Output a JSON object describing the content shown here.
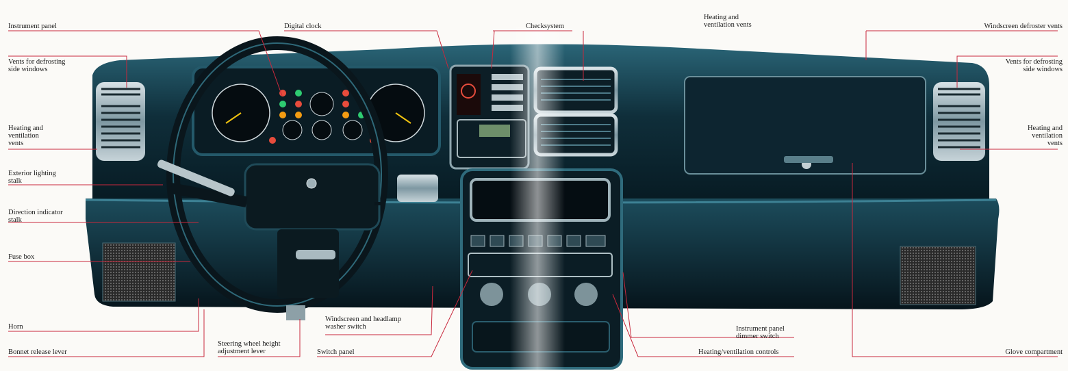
{
  "labels": {
    "instrument_panel": "Instrument panel",
    "vents_defrost_side_left": "Vents for defrosting\nside windows",
    "heating_vents_left": "Heating and\nventilation\nvents",
    "exterior_lighting": "Exterior lighting\nstalk",
    "direction_indicator": "Direction indicator\nstalk",
    "fuse_box": "Fuse box",
    "horn": "Horn",
    "bonnet_release": "Bonnet release lever",
    "digital_clock": "Digital clock",
    "check_system": "Checksystem",
    "heating_vents_top": "Heating and\nventilation vents",
    "windscreen_defroster": "Windscreen defroster vents",
    "vents_defrost_side_right": "Vents for defrosting\nside windows",
    "heating_vents_right": "Heating and\nventilation\nvents",
    "steering_height": "Steering wheel height\nadjustment lever",
    "washer_switch": "Windscreen and headlamp\nwasher switch",
    "switch_panel": "Switch panel",
    "dimmer_switch": "Instrument panel\ndimmer switch",
    "heating_controls": "Heating/ventilation controls",
    "glove_compartment": "Glove compartment"
  },
  "colors": {
    "leader": "#c8283c",
    "dash": "#0f2a35",
    "dash_highlight": "#2b6e80",
    "background": "#fbfaf7"
  },
  "icons": {
    "badge": "lancia-badge-icon"
  }
}
